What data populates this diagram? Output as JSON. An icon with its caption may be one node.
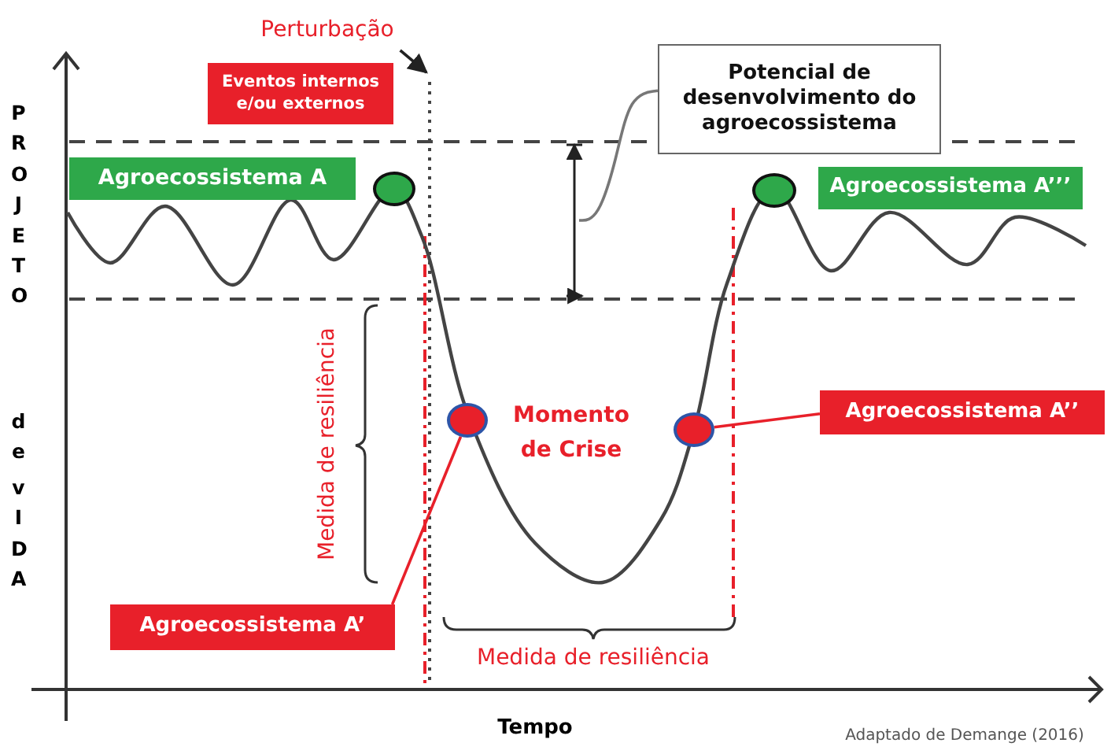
{
  "diagram": {
    "nodes": [
      {
        "text": [
          "Perturbação"
        ]
      },
      {
        "text": [
          "Eventos internos e/ou externos"
        ]
      },
      {
        "text": [
          "Potencial de desenvolvimento do agroecossistema"
        ]
      },
      {
        "text": [
          "Agroecossistema A"
        ]
      },
      {
        "text": [],
        "shape": "circle"
      },
      {
        "text": [],
        "shape": "circle"
      },
      {
        "text": [
          "Agroecossistema A’’’"
        ]
      },
      {
        "text": [],
        "shape": "circle"
      },
      {
        "text": [
          "Momento de Crise"
        ]
      },
      {
        "text": [],
        "shape": "circle"
      },
      {
        "text": [
          "Agroecossistema A’’"
        ]
      },
      {
        "text": [
          "Agroecossistema A’"
        ]
      }
    ],
    "edges": [
      {
        "from": 0,
        "to": null,
        "arrow": "to",
        "color": "#222222"
      },
      {
        "from": 2,
        "to": null,
        "arrow": "none",
        "color": "#777777"
      },
      {
        "from": 11,
        "to": 7,
        "arrow": "none",
        "color": "#e8202a"
      },
      {
        "from": 10,
        "to": 9,
        "arrow": "none",
        "color": "#e8202a"
      }
    ],
    "labels": [
      "PROJETO",
      "de",
      "vIDA",
      "Medida de resiliência",
      "Medida de resiliência",
      "Tempo",
      "Adaptado de Demange (2016)"
    ]
  }
}
